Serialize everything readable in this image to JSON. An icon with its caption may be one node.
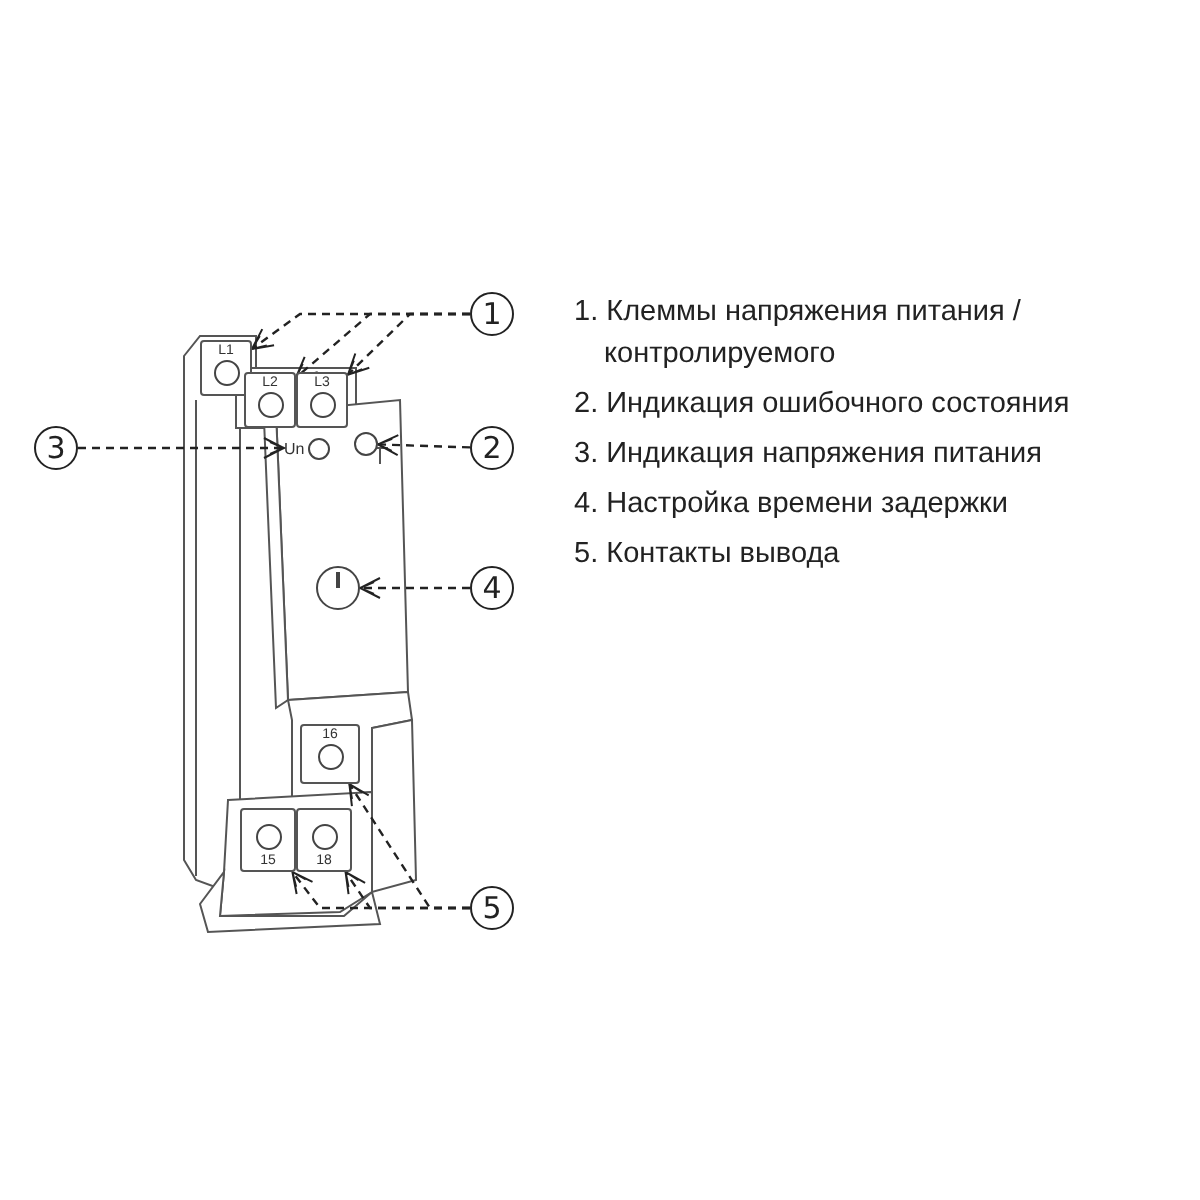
{
  "diagram": {
    "nodes": [
      {
        "text": [
          "1"
        ]
      },
      {
        "text": [
          "L1"
        ]
      },
      {
        "text": [
          "L2"
        ]
      },
      {
        "text": [
          "L3"
        ]
      },
      {
        "text": [
          "3"
        ]
      },
      {
        "text": [
          "Un"
        ]
      },
      {
        "text": [
          "2"
        ]
      },
      {
        "text": [],
        "shape": "circle"
      },
      {
        "text": [
          "4"
        ]
      },
      {
        "text": [],
        "shape": "circle"
      },
      {
        "text": [
          "5"
        ]
      },
      {
        "text": [
          "16"
        ]
      },
      {
        "text": [
          "15"
        ]
      },
      {
        "text": [
          "18"
        ]
      }
    ],
    "edges": [
      {
        "from": 0,
        "to": 1,
        "arrow": "to",
        "style": "dashed"
      },
      {
        "from": 0,
        "to": 2,
        "arrow": "to",
        "style": "dashed"
      },
      {
        "from": 0,
        "to": 3,
        "arrow": "to",
        "style": "dashed"
      },
      {
        "from": 4,
        "to": 5,
        "arrow": "to",
        "style": "dashed"
      },
      {
        "from": 6,
        "to": 7,
        "arrow": "to",
        "style": "dashed"
      },
      {
        "from": 8,
        "to": 9,
        "arrow": "to",
        "style": "dashed"
      },
      {
        "from": 10,
        "to": 11,
        "arrow": "to",
        "style": "dashed"
      },
      {
        "from": 10,
        "to": 12,
        "arrow": "to",
        "style": "dashed"
      },
      {
        "from": 10,
        "to": 13,
        "arrow": "to",
        "style": "dashed"
      }
    ],
    "labels": [
      "1. Клеммы напряжения питания / контролируемого",
      "2. Индикация ошибочного состояния",
      "3. Индикация напряжения питания",
      "4. Настройка времени задержки",
      "5. Контакты вывода"
    ]
  }
}
